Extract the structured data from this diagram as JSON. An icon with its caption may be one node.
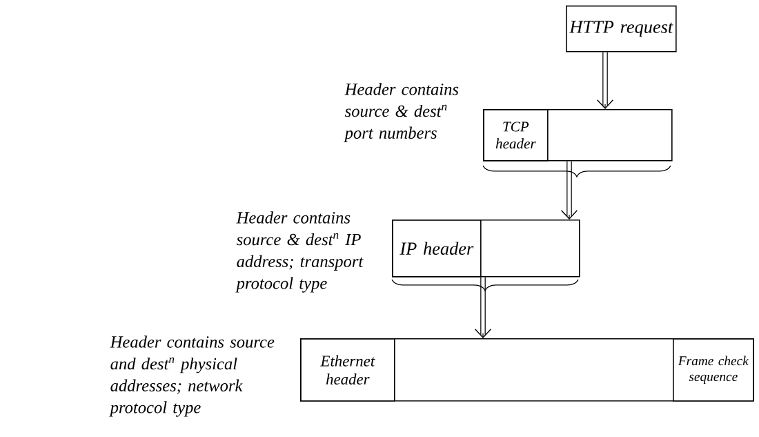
{
  "diagram": {
    "nodes": [
      {
        "text": [
          "HTTP request"
        ]
      },
      {
        "text": [],
        "shape": "bar"
      },
      {
        "text": [
          "TCP header"
        ],
        "in": 1,
        "beside": [
          "Header contains source & dest$^{n}$ port numbers"
        ]
      },
      {
        "text": [],
        "shape": "bar"
      },
      {
        "text": [
          "IP header"
        ],
        "in": 3,
        "beside": [
          "Header contains source & dest$^{n}$ IP address; transport protocol type"
        ]
      },
      {
        "text": [],
        "shape": "bar"
      },
      {
        "text": [
          "Ethernet header"
        ],
        "in": 5,
        "beside": [
          "Header contains source and dest$^{n}$ physical addresses; network protocol type"
        ]
      },
      {
        "text": [
          "Frame check sequence"
        ],
        "in": 5
      }
    ],
    "edges": [
      {
        "from": 0,
        "to": 1,
        "arrow": "to"
      },
      {
        "from": 1,
        "to": 3,
        "arrow": "to"
      },
      {
        "from": 3,
        "to": 5,
        "arrow": "to"
      }
    ]
  }
}
